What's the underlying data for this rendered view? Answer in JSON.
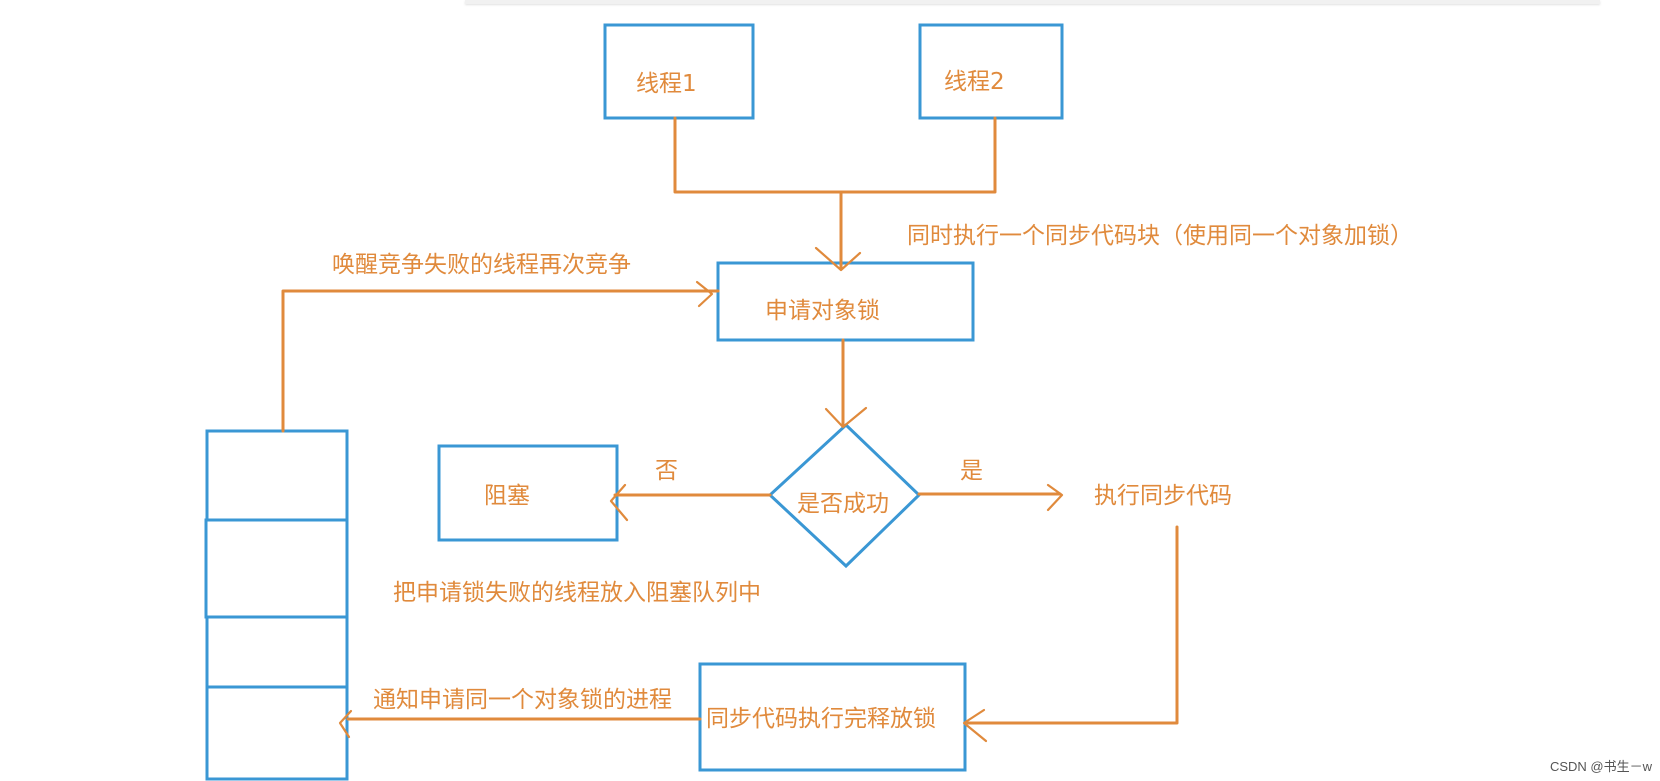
{
  "nodes": {
    "thread1": "线程1",
    "thread2": "线程2",
    "request_lock": "申请对象锁",
    "success_check": "是否成功",
    "blocked": "阻塞",
    "execute_sync": "执行同步代码",
    "release_lock": "同步代码执行完释放锁"
  },
  "edge_labels": {
    "same_block": "同时执行一个同步代码块（使用同一个对象加锁）",
    "wake_retry": "唤醒竞争失败的线程再次竞争",
    "no": "否",
    "yes": "是",
    "into_queue": "把申请锁失败的线程放入阻塞队列中",
    "notify": "通知申请同一个对象锁的进程"
  },
  "watermark": "CSDN @书生－w",
  "colors": {
    "box_stroke": "#3a97d4",
    "arrow_and_text": "#e08a3c",
    "background": "#ffffff"
  }
}
